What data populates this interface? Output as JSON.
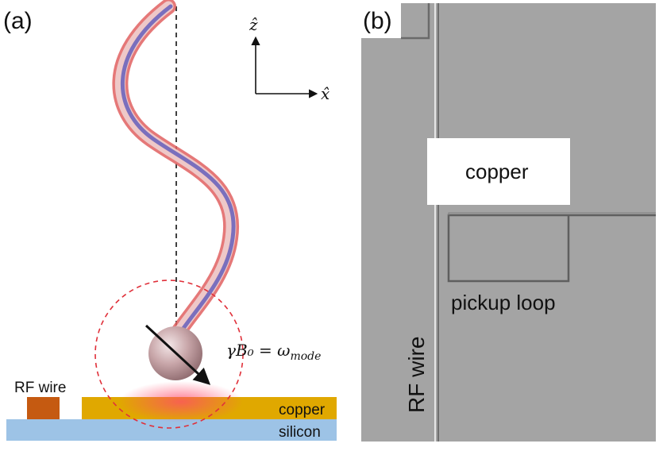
{
  "panel_a": {
    "label": "(a)",
    "axis_z": "ẑ",
    "axis_x": "x̂",
    "equation": "γB₀ = ω",
    "equation_sub": "mode",
    "rf_wire_label": "RF wire",
    "copper_label": "copper",
    "silicon_label": "silicon",
    "colors": {
      "copper": "#e0a800",
      "silicon": "#9dc3e6",
      "rf_wire": "#c55a11",
      "circle": "#e0303a",
      "helix_outer": "#e05050",
      "helix_inner": "#3a3ab0",
      "sphere": "#c9a9ac"
    }
  },
  "panel_b": {
    "label": "(b)",
    "copper_label": "copper",
    "pickup_label": "pickup loop",
    "rf_wire_label": "RF wire",
    "colors": {
      "background": "#a4a4a4",
      "copper_pad": "#ffffff",
      "trace": "#6a6a6a"
    }
  }
}
